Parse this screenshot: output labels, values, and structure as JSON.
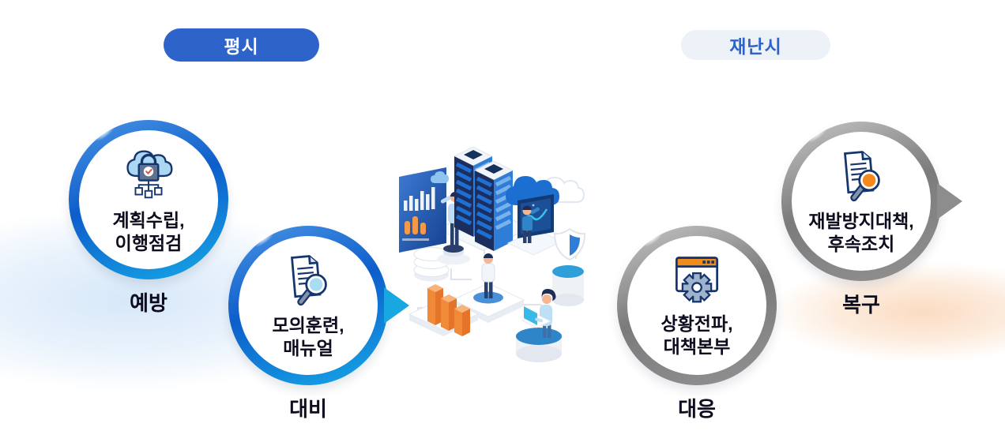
{
  "badges": {
    "normal": {
      "label": "평시"
    },
    "disaster": {
      "label": "재난시"
    }
  },
  "stages": [
    {
      "name": "prevention",
      "lines": [
        "계획수립,",
        "이행점검"
      ],
      "label": "예방",
      "theme": "blue",
      "icon": "cloud-lock-network-icon",
      "arrow": false
    },
    {
      "name": "preparedness",
      "lines": [
        "모의훈련,",
        "매뉴얼"
      ],
      "label": "대비",
      "theme": "blue",
      "icon": "document-magnifier-blue-icon",
      "arrow": true
    },
    {
      "name": "response",
      "lines": [
        "상황전파,",
        "대책본부"
      ],
      "label": "대응",
      "theme": "gray",
      "icon": "browser-gear-icon",
      "arrow": false
    },
    {
      "name": "recovery",
      "lines": [
        "재발방지대책,",
        "후속조치"
      ],
      "label": "복구",
      "theme": "gray",
      "icon": "document-magnifier-orange-icon",
      "arrow": true
    }
  ],
  "colors": {
    "accent_blue": "#2e63c9",
    "ring_blue_start": "#4b94e4",
    "ring_blue_mid": "#0d5ecb",
    "ring_blue_end": "#17a9e7",
    "ring_gray": "#8a8a8a",
    "arrow_cyan": "#18a7e0",
    "arrow_gray": "#8d8d8d",
    "badge_disaster_bg": "#edf1f8",
    "wave_blue": "#d7e8f9",
    "wave_peach": "#fbdcc2",
    "icon_navy": "#16356c",
    "icon_orange": "#f08c1e",
    "text_dark": "#0d0d1f"
  },
  "illustration": {
    "name": "isometric-datacenter-scene"
  }
}
